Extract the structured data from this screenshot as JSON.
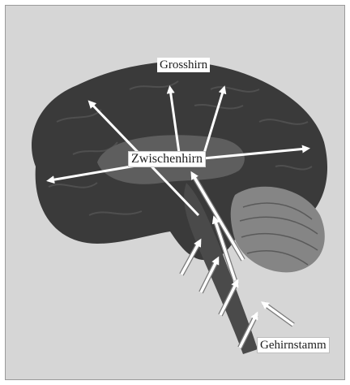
{
  "labels": {
    "cerebrum": "Grosshirn",
    "diencephalon": "Zwischenhirn",
    "brainstem": "Gehirnstamm"
  },
  "colors": {
    "background": "#d6d6d6",
    "cortex": "#3a3a3a",
    "inner": "#5e5e5e",
    "cerebellum": "#858585",
    "arrow_fill": "#ffffff",
    "arrow_outline": "#7a7a7a"
  }
}
